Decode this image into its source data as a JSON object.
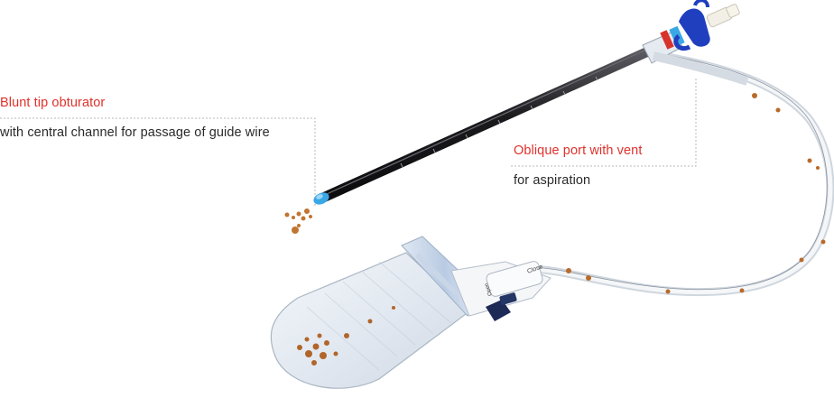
{
  "callouts": {
    "obturator": {
      "title": "Blunt tip obturator",
      "description": "with central channel for passage of guide wire"
    },
    "port": {
      "title": "Oblique port with vent",
      "description": "for aspiration"
    }
  },
  "valve": {
    "close_label": "Close",
    "open_label": "Open"
  },
  "colors": {
    "accent_red": "#e0312b",
    "tip_blue": "#3aa7e6",
    "cap_blue": "#1f3fbf",
    "shaft": "#1b1b1e",
    "debris": "#b86a2a"
  }
}
